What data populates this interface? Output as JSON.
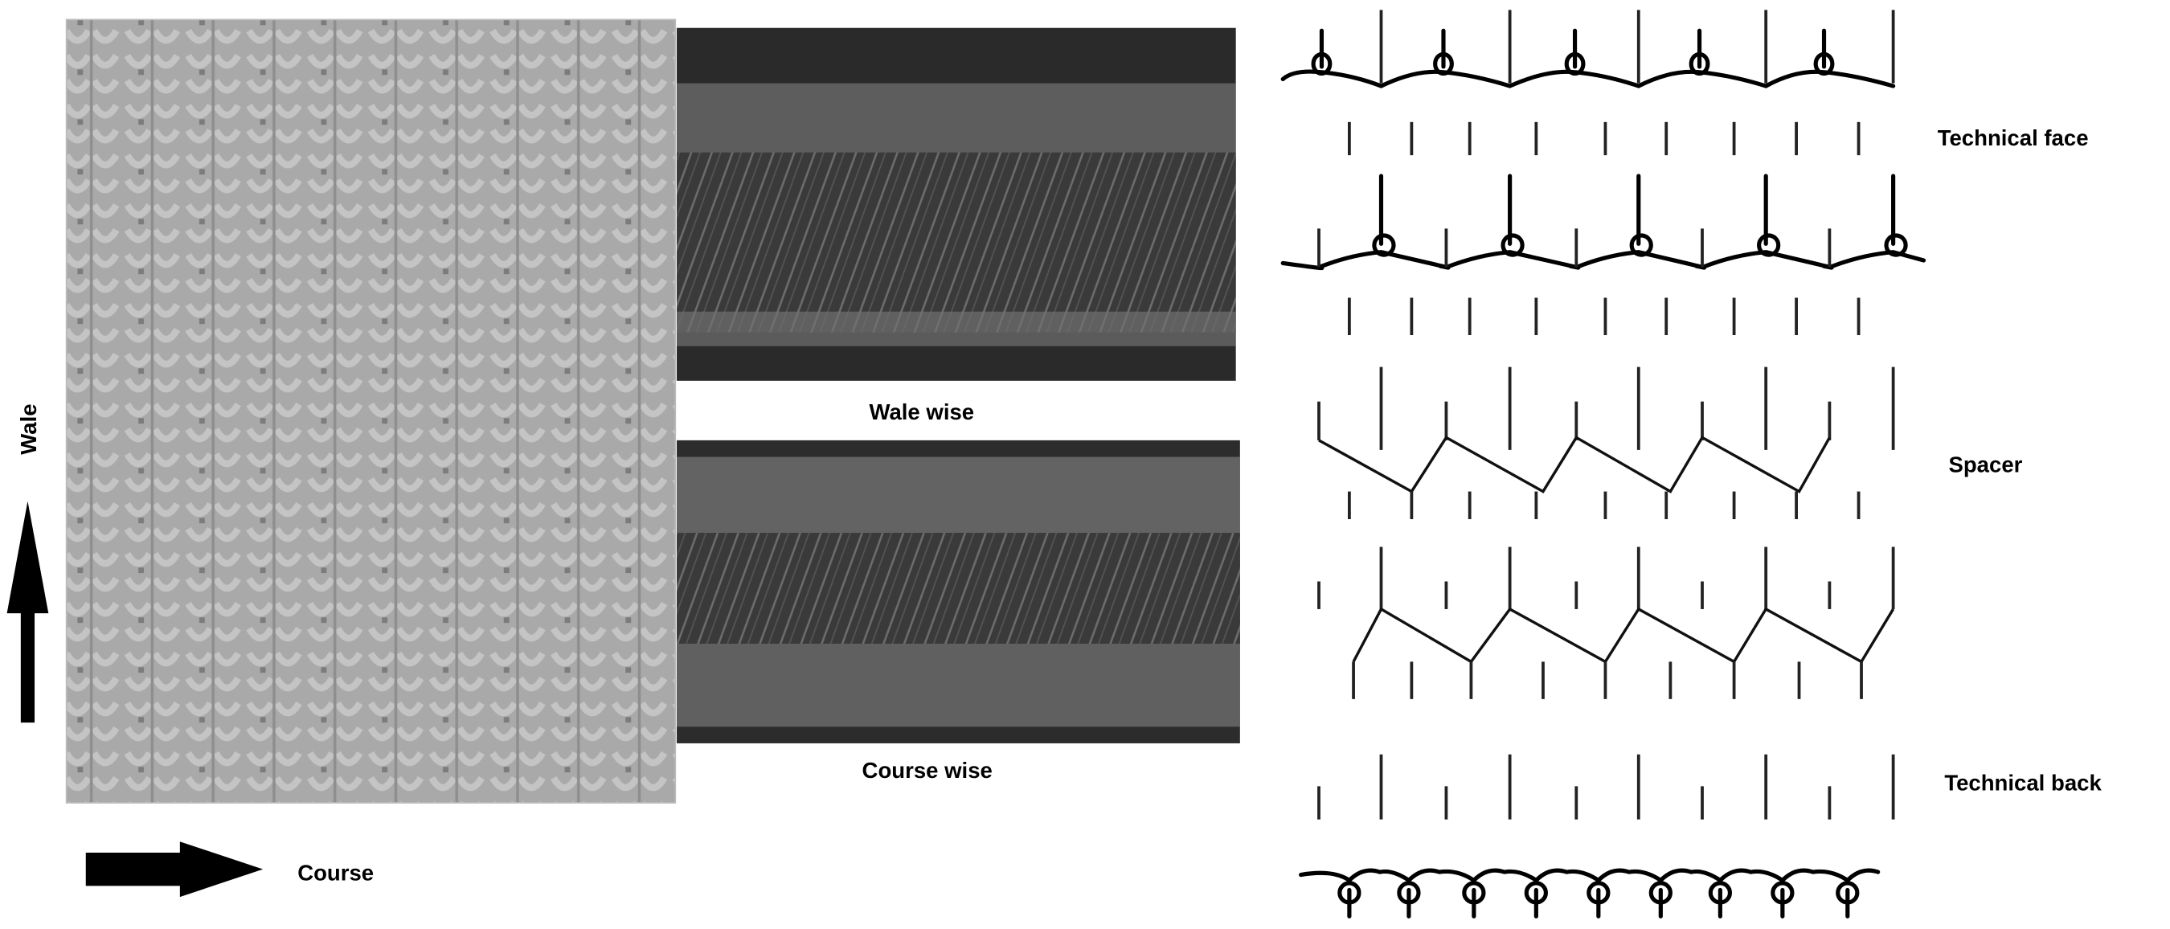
{
  "photos": {
    "fabric_surface": {
      "axis_wale": "Wale",
      "axis_course": "Course"
    },
    "wale_wise": {
      "caption": "Wale wise"
    },
    "course_wise": {
      "caption": "Course wise"
    }
  },
  "diagram": {
    "labels": {
      "technical_face": "Technical face",
      "spacer": "Spacer",
      "technical_back": "Technical back"
    }
  },
  "colors": {
    "fabric": "#a9a9a9",
    "micro_dark": "#2e2e2e",
    "ink": "#000000"
  }
}
